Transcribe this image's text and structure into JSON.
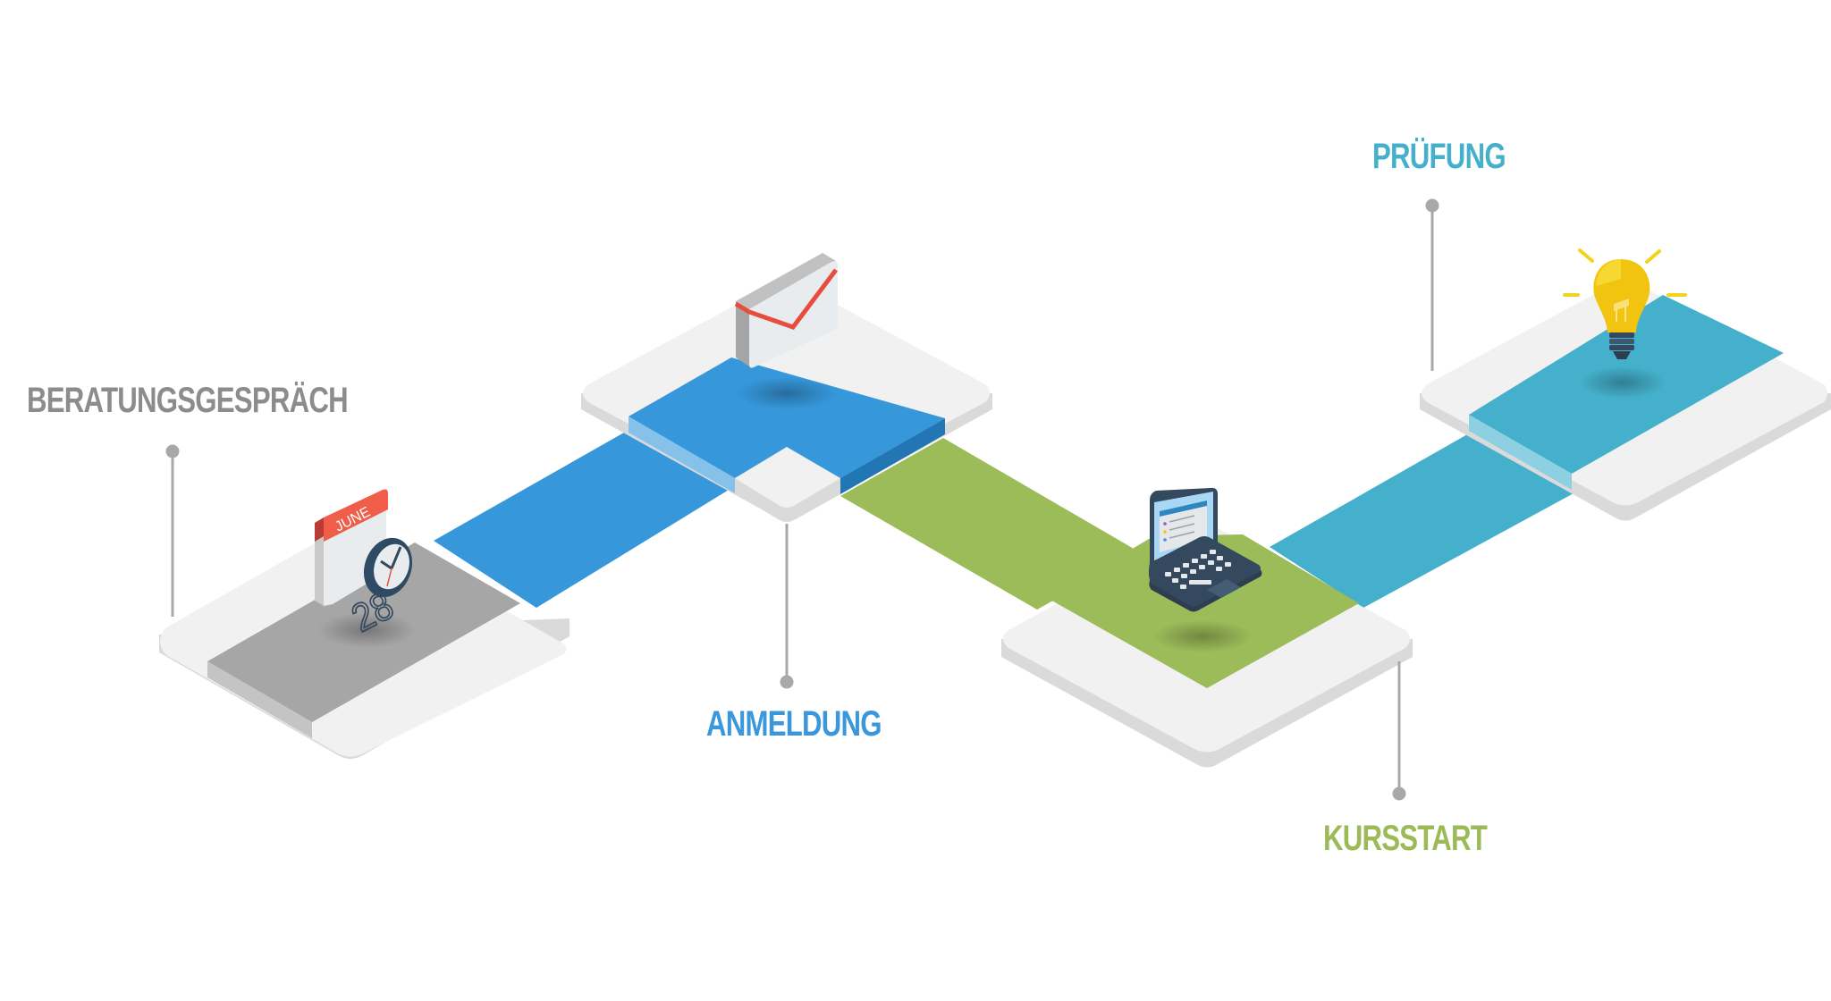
{
  "diagram": {
    "type": "isometric-process-flow",
    "steps": [
      {
        "label": "BERATUNGSGESPRÄCH",
        "icon": "calendar-clock-icon",
        "calendar_month": "JUNE",
        "calendar_day": "28",
        "color": "#8C8C8C",
        "path_color": "#A6A6A6"
      },
      {
        "label": "ANMELDUNG",
        "icon": "envelope-icon",
        "color": "#3A97DB",
        "path_color": "#3697DA"
      },
      {
        "label": "KURSSTART",
        "icon": "laptop-icon",
        "color": "#9CBB58",
        "path_color": "#9BBC59"
      },
      {
        "label": "PRÜFUNG",
        "icon": "lightbulb-icon",
        "color": "#45B0CC",
        "path_color": "#44B0CB"
      }
    ]
  },
  "colors": {
    "platform_top": "#F1F1F1",
    "platform_side": "#DADADA",
    "connector_line": "#A8A8A8"
  }
}
